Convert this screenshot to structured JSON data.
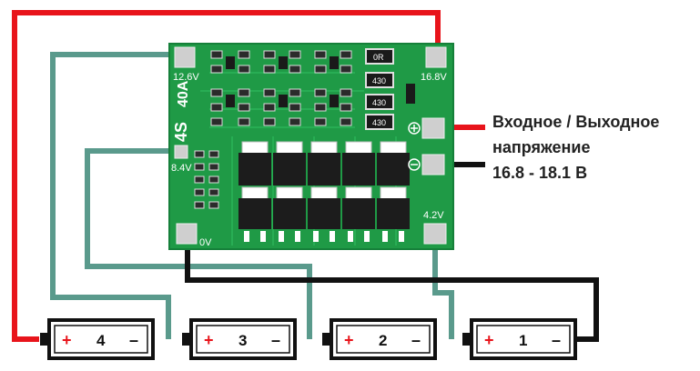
{
  "board": {
    "label_series": "4S",
    "label_current": "40A",
    "pad_12v6": "12.6V",
    "pad_16v8": "16.8V",
    "pad_8v4": "8.4V",
    "pad_4v2": "4.2V",
    "pad_0v": "0V",
    "resistor_code_1": "0R",
    "resistor_code_2": "430",
    "resistor_code_3": "430",
    "resistor_code_4": "430"
  },
  "annotation": {
    "line1": "Входное / Выходное",
    "line2": "напряжение",
    "line3": "16.8 - 18.1 В"
  },
  "cells": [
    {
      "number": "4",
      "plus": "+",
      "minus": "–"
    },
    {
      "number": "3",
      "plus": "+",
      "minus": "–"
    },
    {
      "number": "2",
      "plus": "+",
      "minus": "–"
    },
    {
      "number": "1",
      "plus": "+",
      "minus": "–"
    }
  ],
  "colors": {
    "pcb": "#1f9a46",
    "wire_red": "#e8141b",
    "wire_teal": "#5a9a8c",
    "wire_black": "#111111"
  }
}
